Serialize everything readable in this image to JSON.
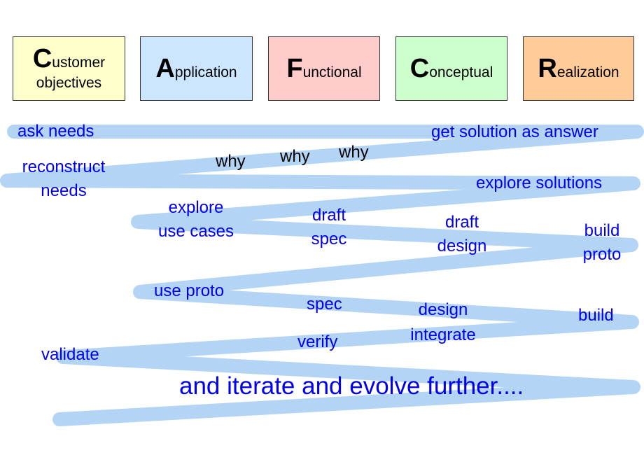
{
  "colors": {
    "path": "#b3d4f5",
    "label_text": "#0000ee",
    "customer": "#ffffcc",
    "application": "#cce6ff",
    "functional": "#ffcccc",
    "conceptual": "#ccffcc",
    "realization": "#ffcc99"
  },
  "headers": {
    "customer": {
      "initial": "C",
      "rest": "ustomer",
      "line2": "objectives"
    },
    "application": {
      "initial": "A",
      "rest": "pplication"
    },
    "functional": {
      "initial": "F",
      "rest": "unctional"
    },
    "conceptual": {
      "initial": "C",
      "rest": "onceptual"
    },
    "realization": {
      "initial": "R",
      "rest": "ealization"
    }
  },
  "labels": {
    "ask_needs": "ask needs",
    "get_solution": "get solution as answer",
    "why": "why",
    "reconstruct_1": "reconstruct",
    "reconstruct_2": "needs",
    "explore_solutions": "explore solutions",
    "explore_1": "explore",
    "explore_2": "use cases",
    "draft_spec_1": "draft",
    "draft_spec_2": "spec",
    "draft_design_1": "draft",
    "draft_design_2": "design",
    "build_proto_1": "build",
    "build_proto_2": "proto",
    "use_proto": "use proto",
    "spec": "spec",
    "design": "design",
    "integrate": "integrate",
    "build": "build",
    "verify": "verify",
    "validate": "validate",
    "iterate": "and iterate and evolve further...."
  }
}
